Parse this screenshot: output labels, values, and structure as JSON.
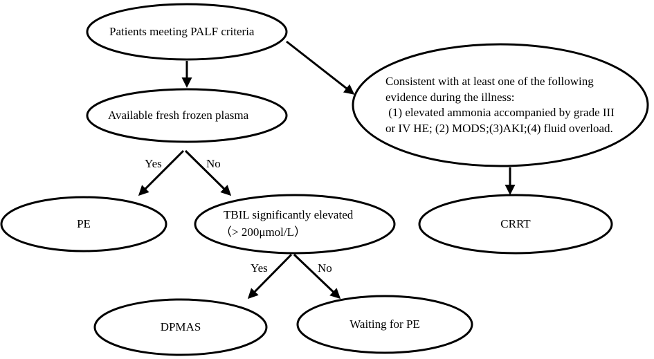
{
  "nodes": {
    "palf": {
      "label": "Patients meeting PALF criteria"
    },
    "ffp": {
      "label": "Available fresh frozen plasma"
    },
    "pe": {
      "label": "PE"
    },
    "tbil": {
      "line1": "TBIL significantly elevated",
      "line2": "（> 200μmol/L）"
    },
    "dpmas": {
      "label": "DPMAS"
    },
    "waiting": {
      "label": "Waiting for PE"
    },
    "evidence": {
      "line1": "Consistent with at least one of the following",
      "line2": "evidence during the illness:",
      "line3": " (1) elevated ammonia accompanied by grade III",
      "line4": "or IV HE; (2) MODS;(3)AKI;(4) fluid overload."
    },
    "crrt": {
      "label": "CRRT"
    }
  },
  "edge_labels": {
    "ffp_yes": "Yes",
    "ffp_no": "No",
    "tbil_yes": "Yes",
    "tbil_no": "No"
  }
}
